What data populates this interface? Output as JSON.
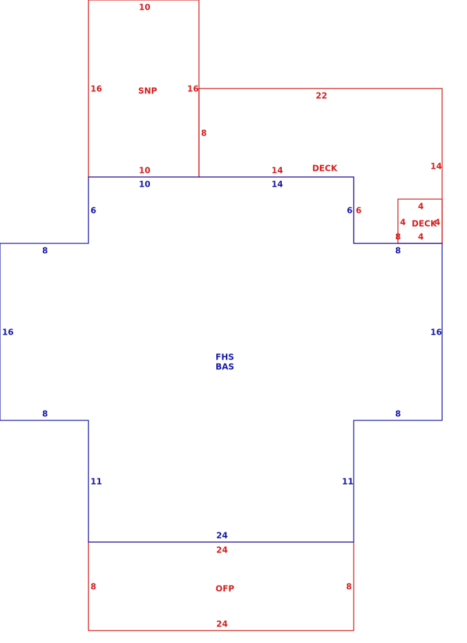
{
  "colors": {
    "main_area": "#1a1aa8",
    "addition": "#d42020",
    "background": "#ffffff"
  },
  "areas": {
    "fhs_bas": {
      "label_line1": "FHS",
      "label_line2": "BAS"
    },
    "snp": {
      "label": "SNP"
    },
    "deck_large": {
      "label": "DECK"
    },
    "deck_small": {
      "label": "DECK"
    },
    "ofp": {
      "label": "OFP"
    }
  },
  "dims": {
    "bas": {
      "top_left": "10",
      "top_right": "14",
      "left_notch": "6",
      "right_notch": "6",
      "left_arm_top": "8",
      "right_arm_top": "8",
      "left_side": "16",
      "right_side": "16",
      "left_arm_bottom": "8",
      "right_arm_bottom": "8",
      "left_lower": "11",
      "right_lower": "11",
      "bottom": "24"
    },
    "snp": {
      "top": "10",
      "left": "16",
      "right": "16",
      "bottom": "10"
    },
    "deck_large": {
      "top": "22",
      "left": "8",
      "right": "14",
      "bottom": "14",
      "notch": "6",
      "notch_bottom": "8"
    },
    "deck_small": {
      "top": "4",
      "left": "4",
      "right": "4",
      "bottom": "4"
    },
    "ofp": {
      "top": "24",
      "left": "8",
      "right": "8",
      "bottom": "24"
    }
  }
}
